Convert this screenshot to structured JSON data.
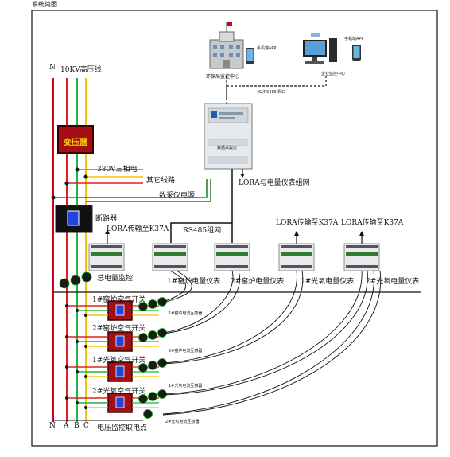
{
  "title": "系统简图",
  "top": {
    "env_center": "环保局监控中心",
    "env_phone": "手机端APP",
    "enterprise_center": "企业监控中心",
    "enterprise_phone": "手机端APP",
    "network": "4G/RS485/网口",
    "gateway_label": "数据采集仪"
  },
  "power": {
    "hv_line": "10KV高压线",
    "n_top": "N",
    "transformer": "变压器",
    "three_phase": "380V三相电",
    "other_lines": "其它线路",
    "daq_power": "数采仪电源",
    "breaker": "断路器",
    "lora_network": "LORA与电量仪表组网",
    "lora_k37a_main": "LORA传输至K37A",
    "rs485": "RS485组网",
    "lora_k37a_1": "LORA传输至K37A",
    "lora_k37a_2": "LORA传输至K37A"
  },
  "meters": [
    {
      "label": "总电量监控"
    },
    {
      "label": "1#窑炉电量仪表"
    },
    {
      "label": "2#窑炉电量仪表"
    },
    {
      "label": "1#光氧电量仪表"
    },
    {
      "label": "2#光氧电量仪表"
    }
  ],
  "switches": [
    {
      "label": "1#窑炉空气开关"
    },
    {
      "label": "2#窑炉空气开关"
    },
    {
      "label": "1#光氧空气开关"
    },
    {
      "label": "2#光氧空气开关"
    }
  ],
  "sensors": [
    {
      "label": "1#窑炉电流互感器"
    },
    {
      "label": "2#窑炉电流互感器"
    },
    {
      "label": "1#光氧电流互感器"
    },
    {
      "label": "2#光氧电流互感器"
    }
  ],
  "bottom": {
    "n": "N",
    "a": "A",
    "b": "B",
    "c": "C",
    "voltage_point": "电压监控取电点"
  }
}
